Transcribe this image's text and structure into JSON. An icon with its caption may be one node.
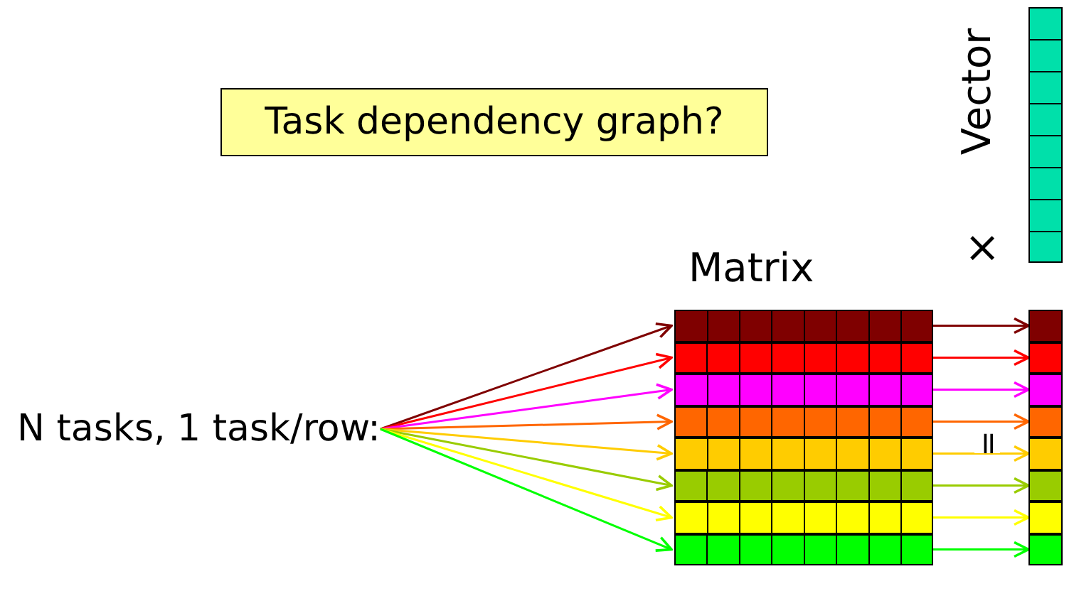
{
  "diagram": {
    "nodes": [
      {
        "text": [
          "Task dependency graph?"
        ]
      },
      {
        "text": [
          "Vector"
        ]
      },
      {
        "text": [
          "N tasks, 1 task/row:"
        ]
      },
      {
        "text": [
          "Matrix"
        ]
      },
      {
        "text": [],
        "shape": "bar",
        "in": 3
      },
      {
        "text": [],
        "shape": "bar",
        "in": 3
      },
      {
        "text": [],
        "shape": "bar",
        "in": 3
      },
      {
        "text": [],
        "shape": "bar",
        "in": 3
      },
      {
        "text": [],
        "shape": "bar",
        "in": 3
      },
      {
        "text": [],
        "shape": "bar",
        "in": 3
      },
      {
        "text": [],
        "shape": "bar",
        "in": 3
      },
      {
        "text": [],
        "shape": "bar",
        "in": 3
      },
      {
        "text": [],
        "shape": "box"
      },
      {
        "text": [],
        "shape": "box"
      },
      {
        "text": [],
        "shape": "box"
      },
      {
        "text": [],
        "shape": "box"
      },
      {
        "text": [],
        "shape": "box"
      },
      {
        "text": [],
        "shape": "box"
      },
      {
        "text": [],
        "shape": "box"
      },
      {
        "text": [],
        "shape": "box"
      }
    ],
    "edges": [
      {
        "from": 2,
        "to": 4,
        "arrow": "to",
        "color": "#7f0000"
      },
      {
        "from": 2,
        "to": 5,
        "arrow": "to",
        "color": "#ff0000"
      },
      {
        "from": 2,
        "to": 6,
        "arrow": "to",
        "color": "#ff00ff"
      },
      {
        "from": 2,
        "to": 7,
        "arrow": "to",
        "color": "#ff6600"
      },
      {
        "from": 2,
        "to": 8,
        "arrow": "to",
        "color": "#ffcc00"
      },
      {
        "from": 2,
        "to": 9,
        "arrow": "to",
        "color": "#99cc00"
      },
      {
        "from": 2,
        "to": 10,
        "arrow": "to",
        "color": "#ffff00"
      },
      {
        "from": 2,
        "to": 11,
        "arrow": "to",
        "color": "#00ff00"
      },
      {
        "from": 4,
        "to": 12,
        "arrow": "to",
        "color": "#7f0000"
      },
      {
        "from": 5,
        "to": 13,
        "arrow": "to",
        "color": "#ff0000"
      },
      {
        "from": 6,
        "to": 14,
        "arrow": "to",
        "color": "#ff00ff"
      },
      {
        "from": 7,
        "to": 15,
        "arrow": "to",
        "color": "#ff6600"
      },
      {
        "from": 8,
        "to": 16,
        "arrow": "to",
        "color": "#ffcc00"
      },
      {
        "from": 9,
        "to": 17,
        "arrow": "to",
        "color": "#99cc00"
      },
      {
        "from": 10,
        "to": 18,
        "arrow": "to",
        "color": "#ffff00"
      },
      {
        "from": 11,
        "to": 19,
        "arrow": "to",
        "color": "#00ff00"
      }
    ],
    "labels": [
      "×",
      "="
    ]
  }
}
